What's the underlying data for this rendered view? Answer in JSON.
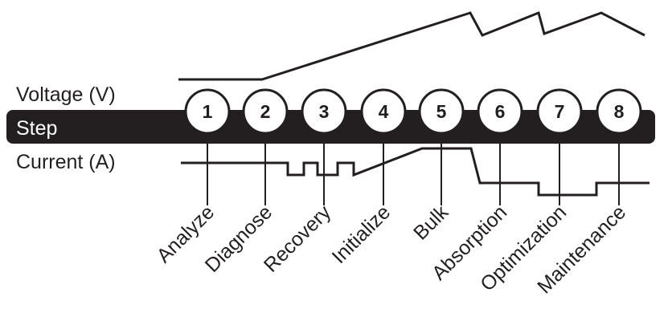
{
  "labels": {
    "voltage": "Voltage (V)",
    "step": "Step",
    "current": "Current (A)"
  },
  "steps": [
    {
      "number": "1",
      "name": "Analyze"
    },
    {
      "number": "2",
      "name": "Diagnose"
    },
    {
      "number": "3",
      "name": "Recovery"
    },
    {
      "number": "4",
      "name": "Initialize"
    },
    {
      "number": "5",
      "name": "Bulk"
    },
    {
      "number": "6",
      "name": "Absorption"
    },
    {
      "number": "7",
      "name": "Optimization"
    },
    {
      "number": "8",
      "name": "Maintenance"
    }
  ],
  "colors": {
    "ink": "#231f20",
    "background": "#ffffff"
  }
}
